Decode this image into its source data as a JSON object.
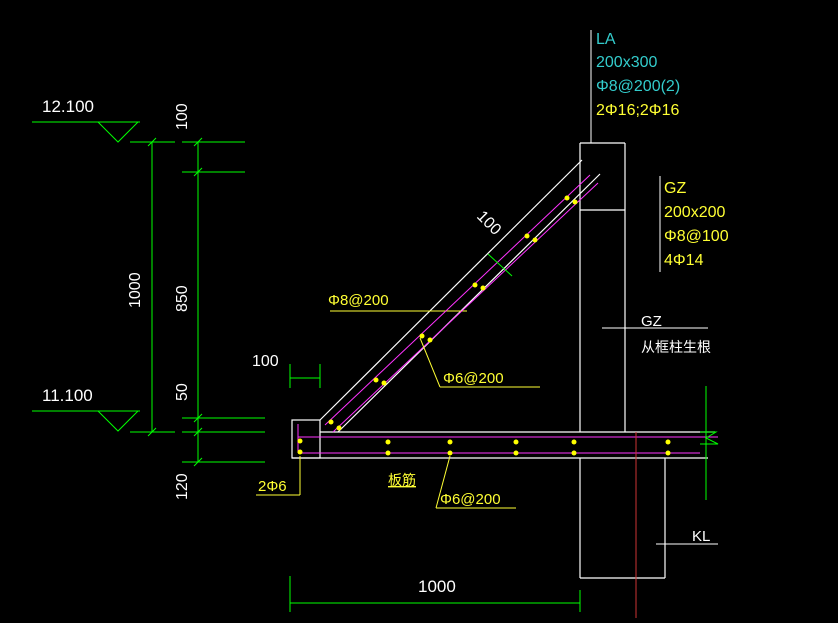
{
  "elevations": {
    "top": "12.100",
    "bottom": "11.100"
  },
  "vertical_dims": {
    "total": "1000",
    "top_gap": "100",
    "mid": "850",
    "low": "50",
    "slab": "120"
  },
  "horizontal_dims": {
    "left_width": "100",
    "span": "1000",
    "diag_offset": "100"
  },
  "beam_LA": {
    "name": "LA",
    "size": "200x300",
    "stirrup": "Φ8@200(2)",
    "bars": "2Φ16;2Φ16"
  },
  "column_GZ_top": {
    "name": "GZ",
    "size": "200x200",
    "stirrup": "Φ8@100",
    "bars": "4Φ14"
  },
  "column_GZ_mid": {
    "name": "GZ",
    "note": "从框柱生根"
  },
  "beam_KL": {
    "name": "KL"
  },
  "rebar_labels": {
    "diag_stirrup": "Φ8@200",
    "diag_dist": "Φ6@200",
    "slab_dist": "Φ6@200",
    "slab_bars": "板筋",
    "end_bars": "2Φ6"
  },
  "colors": {
    "background": "#000000",
    "dim": "#00ff00",
    "rebar": "#ff33ff",
    "dots": "#ffff00",
    "text": "#ffff33",
    "cyan": "#33cccc",
    "outline": "#ffffff"
  }
}
